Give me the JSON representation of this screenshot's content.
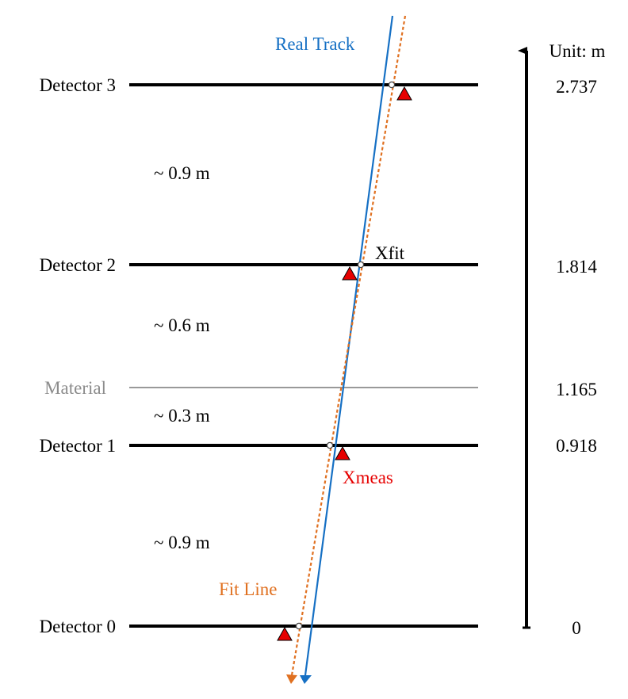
{
  "detectors": [
    {
      "label": "Detector 3",
      "position": "2.737"
    },
    {
      "label": "Detector 2",
      "position": "1.814"
    },
    {
      "label": "Detector 1",
      "position": "0.918"
    },
    {
      "label": "Detector 0",
      "position": "0"
    }
  ],
  "material": {
    "label": "Material",
    "position": "1.165"
  },
  "gaps": [
    "~ 0.9 m",
    "~ 0.6 m",
    "~ 0.3 m",
    "~ 0.9 m"
  ],
  "axis": {
    "unit_label": "Unit: m"
  },
  "tracks": {
    "real_label": "Real Track",
    "fit_label": "Fit Line"
  },
  "annotations": {
    "xfit": "Xfit",
    "xmeas": "Xmeas"
  },
  "colors": {
    "detector_line": "#000000",
    "material_line": "#999999",
    "material_text": "#8c8c8c",
    "real_track": "#1670c4",
    "fit_line": "#e07020",
    "measurement_marker": "#e60000"
  }
}
